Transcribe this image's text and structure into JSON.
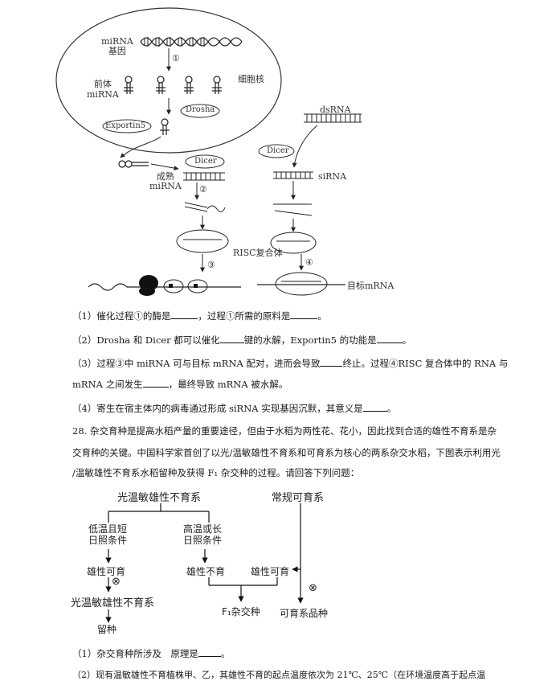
{
  "figure1": {
    "mirna_gene": "miRNA\n基因",
    "step1": "①",
    "pre_mirna": "前体\nmiRNA",
    "nucleus": "细胞核",
    "drosha": "Drosha",
    "exportin5": "Exportin5",
    "dsrna": "dsRNA",
    "dicer_left": "Dicer",
    "dicer_right": "Dicer",
    "mature_mirna": "成熟\nmiRNA",
    "step2": "②",
    "sirna": "siRNA",
    "risc": "RISC复合体",
    "step3": "③",
    "step4": "④",
    "target_mrna": "目标mRNA"
  },
  "questions1": [
    {
      "pre": "（1）催化过程①的酶是",
      "mid": "，过程①所需的原料是",
      "post": "。"
    },
    {
      "pre": "（2）Drosha 和 Dicer 都可以催化",
      "mid": "键的水解，Exportin5 的功能是",
      "post": "。"
    },
    {
      "pre": "（3）过程③中 miRNA 可与目标 mRNA 配对，进而会导致",
      "mid": "终止。过程④RISC 复合体中的 RNA 与",
      "post": ""
    },
    {
      "pre": "mRNA 之间发生",
      "mid": "，最终导致 mRNA 被水解。",
      "post": ""
    },
    {
      "pre": "（4）寄生在宿主体内的病毒通过形成 siRNA 实现基因沉默，其意义是",
      "mid": "。",
      "post": ""
    }
  ],
  "q28": {
    "line1": "28. 杂交育种是提高水稻产量的重要途径，但由于水稻为两性花、花小，因此找到合适的雄性不育系是杂",
    "line2": "交育种的关键。中国科学家首创了以光/温敏雄性不育系和可育系为核心的两系杂交水稻，下图表示利用光",
    "line3": "/温敏雄性不育系水稻留种及获得 F₁ 杂交种的过程。请回答下列问题："
  },
  "figure2": {
    "sterile_line": "光温敏雄性不育系",
    "normal_fertile": "常规可育系",
    "low_temp": "低温且短\n日照条件",
    "high_temp": "高温或长\n日照条件",
    "male_fertile_left": "雄性可育",
    "self_symbol_left": "⊗",
    "male_sterile": "雄性不育",
    "male_fertile_right": "雄性可育",
    "sterile_line_bottom": "光温敏雄性不育系",
    "keep_seed": "留种",
    "f1_hybrid": "F₁杂交种",
    "self_symbol_right": "⊗",
    "fertile_variety": "可育系品种"
  },
  "questions2": [
    {
      "pre": "（1）杂交育种所涉及　原理是",
      "mid": "。",
      "post": ""
    },
    {
      "pre": "（2）现有温敏雄性不育植株甲、乙，其雄性不育的起点温度依次为 21℃、25℃（在环境温度高于起点温",
      "mid": "",
      "post": ""
    }
  ]
}
